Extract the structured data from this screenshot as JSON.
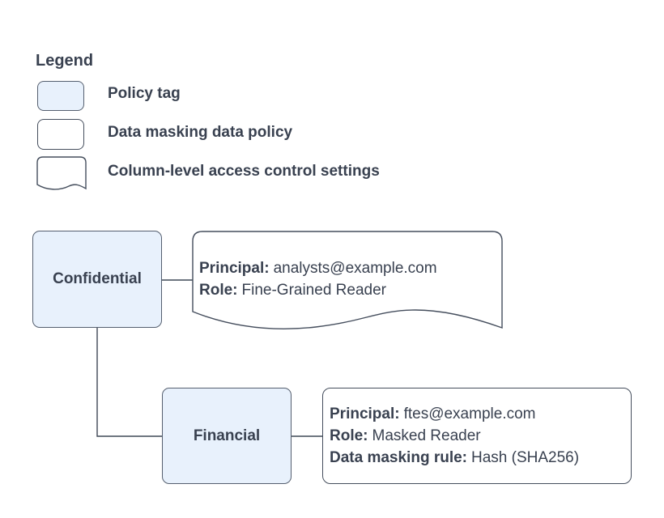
{
  "legend": {
    "title": "Legend",
    "items": [
      {
        "shape": "policy-tag",
        "label": "Policy tag"
      },
      {
        "shape": "data-masking-data-policy",
        "label": "Data masking data policy"
      },
      {
        "shape": "column-level-access-control-settings",
        "label": "Column-level access control settings"
      }
    ]
  },
  "diagram": {
    "nodes": [
      {
        "id": "confidential",
        "type": "policy-tag",
        "label": "Confidential"
      },
      {
        "id": "financial",
        "type": "policy-tag",
        "label": "Financial"
      }
    ],
    "column_access_settings": {
      "type": "column-level-access-control-settings",
      "lines": [
        {
          "label": "Principal:",
          "value": "analysts@example.com"
        },
        {
          "label": "Role:",
          "value": "Fine-Grained Reader"
        }
      ]
    },
    "data_masking_policy": {
      "type": "data-masking-data-policy",
      "lines": [
        {
          "label": "Principal:",
          "value": "ftes@example.com"
        },
        {
          "label": "Role:",
          "value": "Masked Reader"
        },
        {
          "label": "Data masking rule:",
          "value": "Hash (SHA256)"
        }
      ]
    }
  },
  "colors": {
    "policy_tag_fill": "#e8f1fc",
    "policy_tag_border": "#555f6f",
    "shape_border": "#454e5d",
    "connector": "#3f4856",
    "text": "#394150",
    "background": "#ffffff"
  }
}
